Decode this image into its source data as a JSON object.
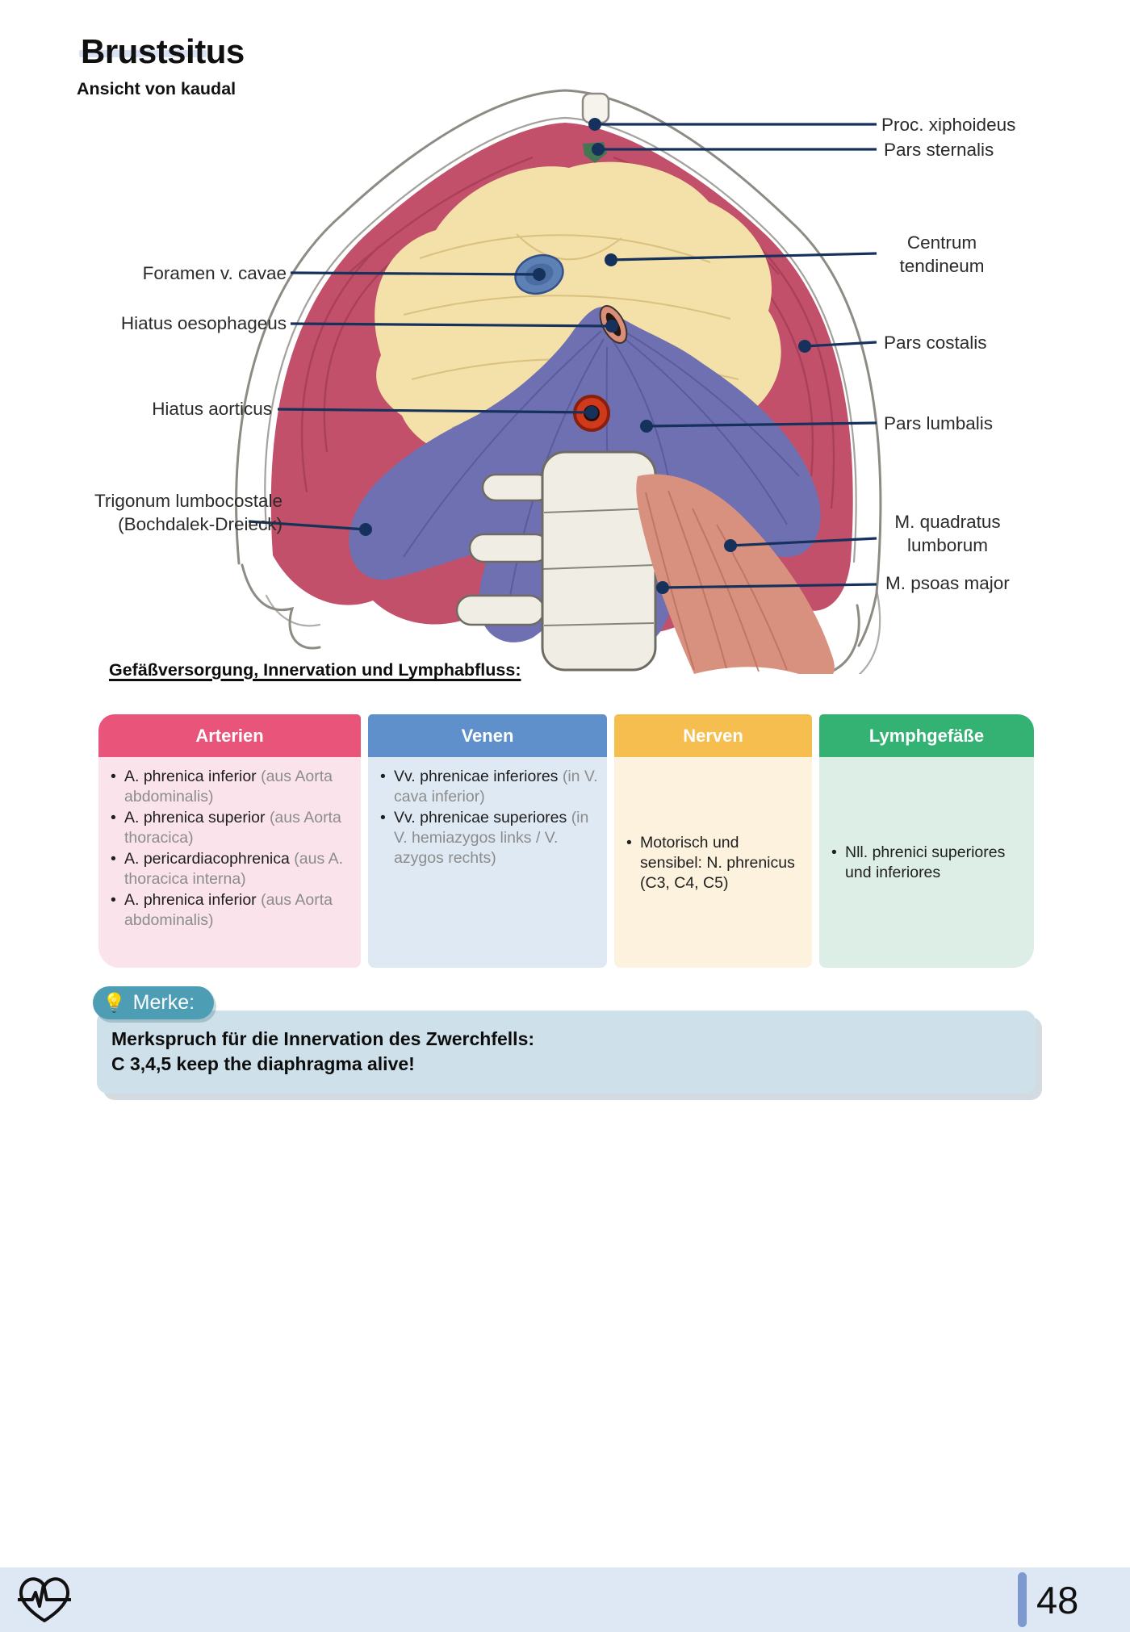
{
  "page": {
    "title": "Brustsitus",
    "page_number": "48"
  },
  "figure": {
    "caption": "Ansicht von kaudal",
    "labels": {
      "proc_xiphoideus": "Proc. xiphoideus",
      "pars_sternalis": "Pars sternalis",
      "centrum_1": "Centrum",
      "centrum_2": "tendineum",
      "pars_costalis": "Pars costalis",
      "pars_lumbalis": "Pars lumbalis",
      "quadratus_1": "M. quadratus",
      "quadratus_2": "lumborum",
      "psoas": "M. psoas major",
      "foramen": "Foramen v. cavae",
      "oesophageus": "Hiatus oesophageus",
      "aorticus": "Hiatus aorticus",
      "trigonum_1": "Trigonum lumbocostale",
      "trigonum_2": "(Bochdalek-Dreieck)"
    }
  },
  "table": {
    "heading": "Gefäßversorgung, Innervation und Lymphabfluss:",
    "columns": [
      {
        "header": "Arterien",
        "items": [
          {
            "main": "A. phrenica inferior",
            "note": "(aus Aorta abdominalis)"
          },
          {
            "main": "A. phrenica superior",
            "note": "(aus Aorta thoracica)"
          },
          {
            "main": "A. pericardiacophrenica",
            "note": "(aus A. thoracica interna)"
          },
          {
            "main": "A. phrenica inferior",
            "note": "(aus Aorta abdominalis)"
          }
        ]
      },
      {
        "header": "Venen",
        "items": [
          {
            "main": "Vv. phrenicae inferiores",
            "note": "(in V. cava inferior)"
          },
          {
            "main": "Vv. phrenicae superiores",
            "note": "(in V. hemiazygos links / V. azygos rechts)"
          }
        ]
      },
      {
        "header": "Nerven",
        "items": [
          {
            "main": "Motorisch und sensibel: N. phrenicus (C3, C4, C5)"
          }
        ]
      },
      {
        "header": "Lymphgefäße",
        "items": [
          {
            "main": "Nll. phrenici superiores und inferiores"
          }
        ]
      }
    ]
  },
  "merke": {
    "badge": "Merke:",
    "icon": "💡",
    "line1": "Merkspruch für die Innervation des Zwerchfells:",
    "line2": "C 3,4,5 keep the diaphragma alive!"
  },
  "colors": {
    "leader_line": "#16325C",
    "arterien_header": "#E8547A",
    "venen_header": "#6090CB",
    "nerven_header": "#F6BE4F",
    "lymph_header": "#33B273",
    "arterien_body": "#FAE3EA",
    "venen_body": "#DFE9F4",
    "nerven_body": "#FDF2DE",
    "lymph_body": "#DCEEE6",
    "merke_badge": "#4D9DB4",
    "merke_box": "#CEE0E9",
    "footer_bg": "#DEE7F4",
    "page_bar": "#7E99D0",
    "title_underline": "#D9E1F6"
  }
}
